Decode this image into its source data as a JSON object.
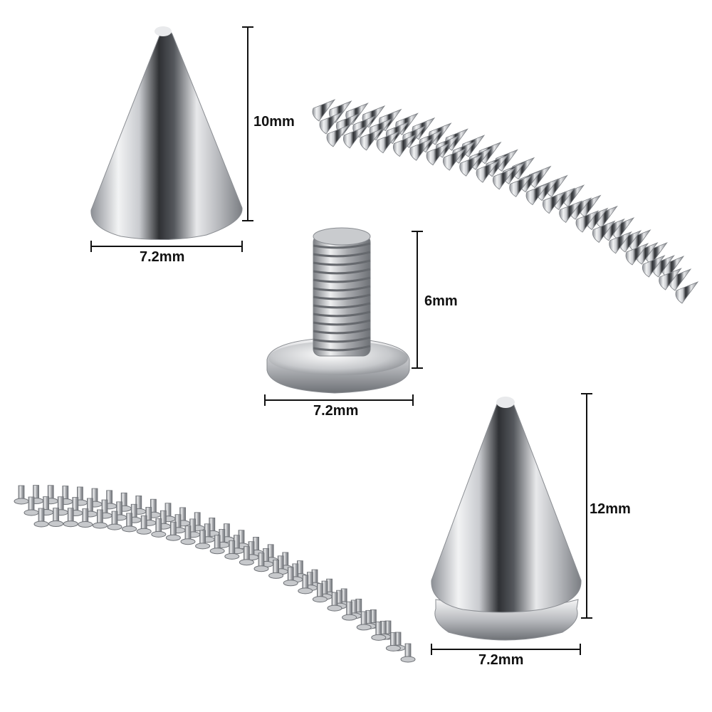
{
  "background_color": "#ffffff",
  "metal_colors": {
    "light": "#f4f4f4",
    "mid": "#b7b9bd",
    "dark": "#2e3033",
    "shadow": "#6d7075"
  },
  "dimensions": {
    "cone_short_height": "10mm",
    "cone_short_width": "7.2mm",
    "screw_height": "6mm",
    "screw_width": "7.2mm",
    "cone_tall_height": "12mm",
    "cone_tall_width": "7.2mm"
  },
  "parts": {
    "spike_row_count": 22,
    "screw_row_count": 26
  }
}
